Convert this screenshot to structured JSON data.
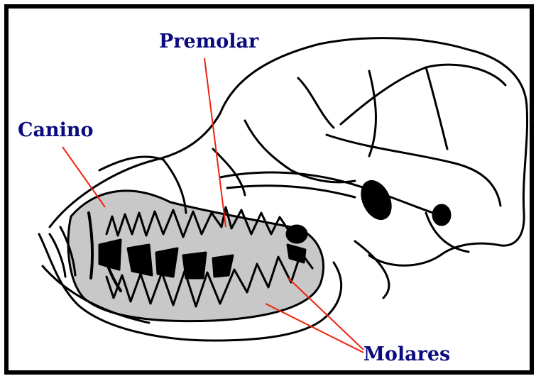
{
  "labels": {
    "premolar": "Premolar",
    "canino": "Canino",
    "molares": "Molares"
  },
  "colors": {
    "label_text": "#0b0b80",
    "leader_line": "#ee2211",
    "outline": "#000000",
    "jaw_shade": "#c8c8c8",
    "background": "#ffffff"
  },
  "icons": {
    "skull": "dog-skull-illustration"
  }
}
